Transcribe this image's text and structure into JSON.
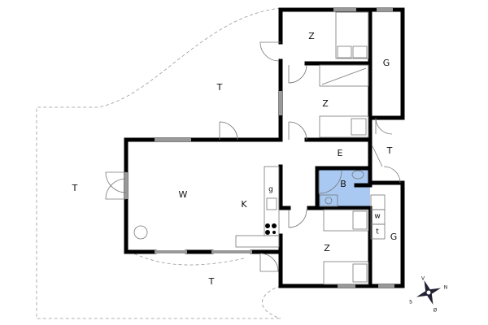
{
  "rooms": {
    "terrace_north": "T",
    "bedroom_1": "Z",
    "storage_north": "G",
    "bedroom_2": "Z",
    "entrance": "E",
    "entry_terrace": "T",
    "terrace_west": "T",
    "living": "W",
    "kitchen": "K",
    "kitchen_g": "g",
    "bath": "B",
    "washer": "w",
    "dryer": "t",
    "storage_south": "G",
    "bedroom_3": "Z",
    "terrace_south": "T"
  },
  "compass": {
    "north": "N",
    "west": "V",
    "south": "S",
    "east": "Ø"
  },
  "colors": {
    "bath_fill": "#a9c9f2",
    "wall": "#000000",
    "window": "#9a9a9a"
  }
}
